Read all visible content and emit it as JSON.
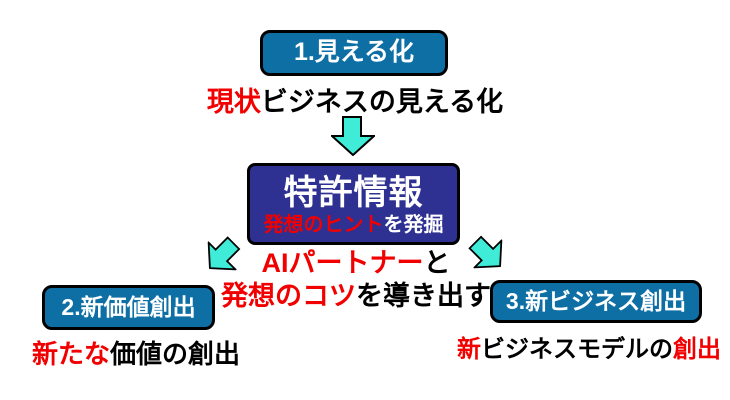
{
  "colors": {
    "box_blue": "#0e6fa5",
    "box_navy": "#2e3192",
    "arrow_cyan": "#3fecd8",
    "accent_red": "#f20000",
    "outline_black": "#000000",
    "background": "#ffffff"
  },
  "step1": {
    "box_label": "1.見える化",
    "caption_red": "現状",
    "caption_black": "ビジネスの見える化"
  },
  "center": {
    "title": "特許情報",
    "subtitle_red": "発想のヒント",
    "subtitle_white": "を発掘"
  },
  "middle": {
    "line1_red": "AIパートナー",
    "line1_black": "と",
    "line2_red": "発想のコツ",
    "line2_black": "を導き出す"
  },
  "step2": {
    "box_label": "2.新価値創出",
    "caption_red": "新たな",
    "caption_black": "価値の創出"
  },
  "step3": {
    "box_label": "3.新ビジネス創出",
    "caption_red_start": "新",
    "caption_black": "ビジネスモデルの",
    "caption_red_end": "創出"
  },
  "icons": {
    "down_arrow": "block-arrow-down",
    "down_left_arrow": "block-arrow-down-left",
    "down_right_arrow": "block-arrow-down-right"
  }
}
